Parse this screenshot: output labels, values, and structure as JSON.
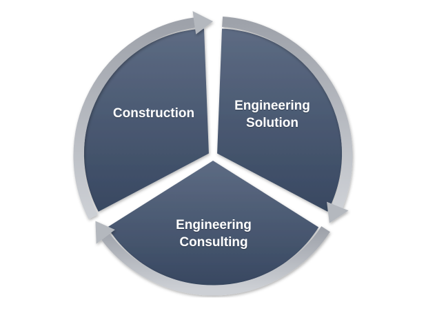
{
  "diagram": {
    "segments": [
      {
        "id": "construction",
        "line1": "Construction",
        "line2": ""
      },
      {
        "id": "engineering-solution",
        "line1": "Engineering",
        "line2": "Solution"
      },
      {
        "id": "engineering-consulting",
        "line1": "Engineering",
        "line2": "Consulting"
      }
    ],
    "colors": {
      "segment_top": "#5d6b83",
      "segment_bottom": "#384861",
      "ring_dark": "#9ea2aa",
      "ring_light": "#cdd0d5"
    }
  }
}
